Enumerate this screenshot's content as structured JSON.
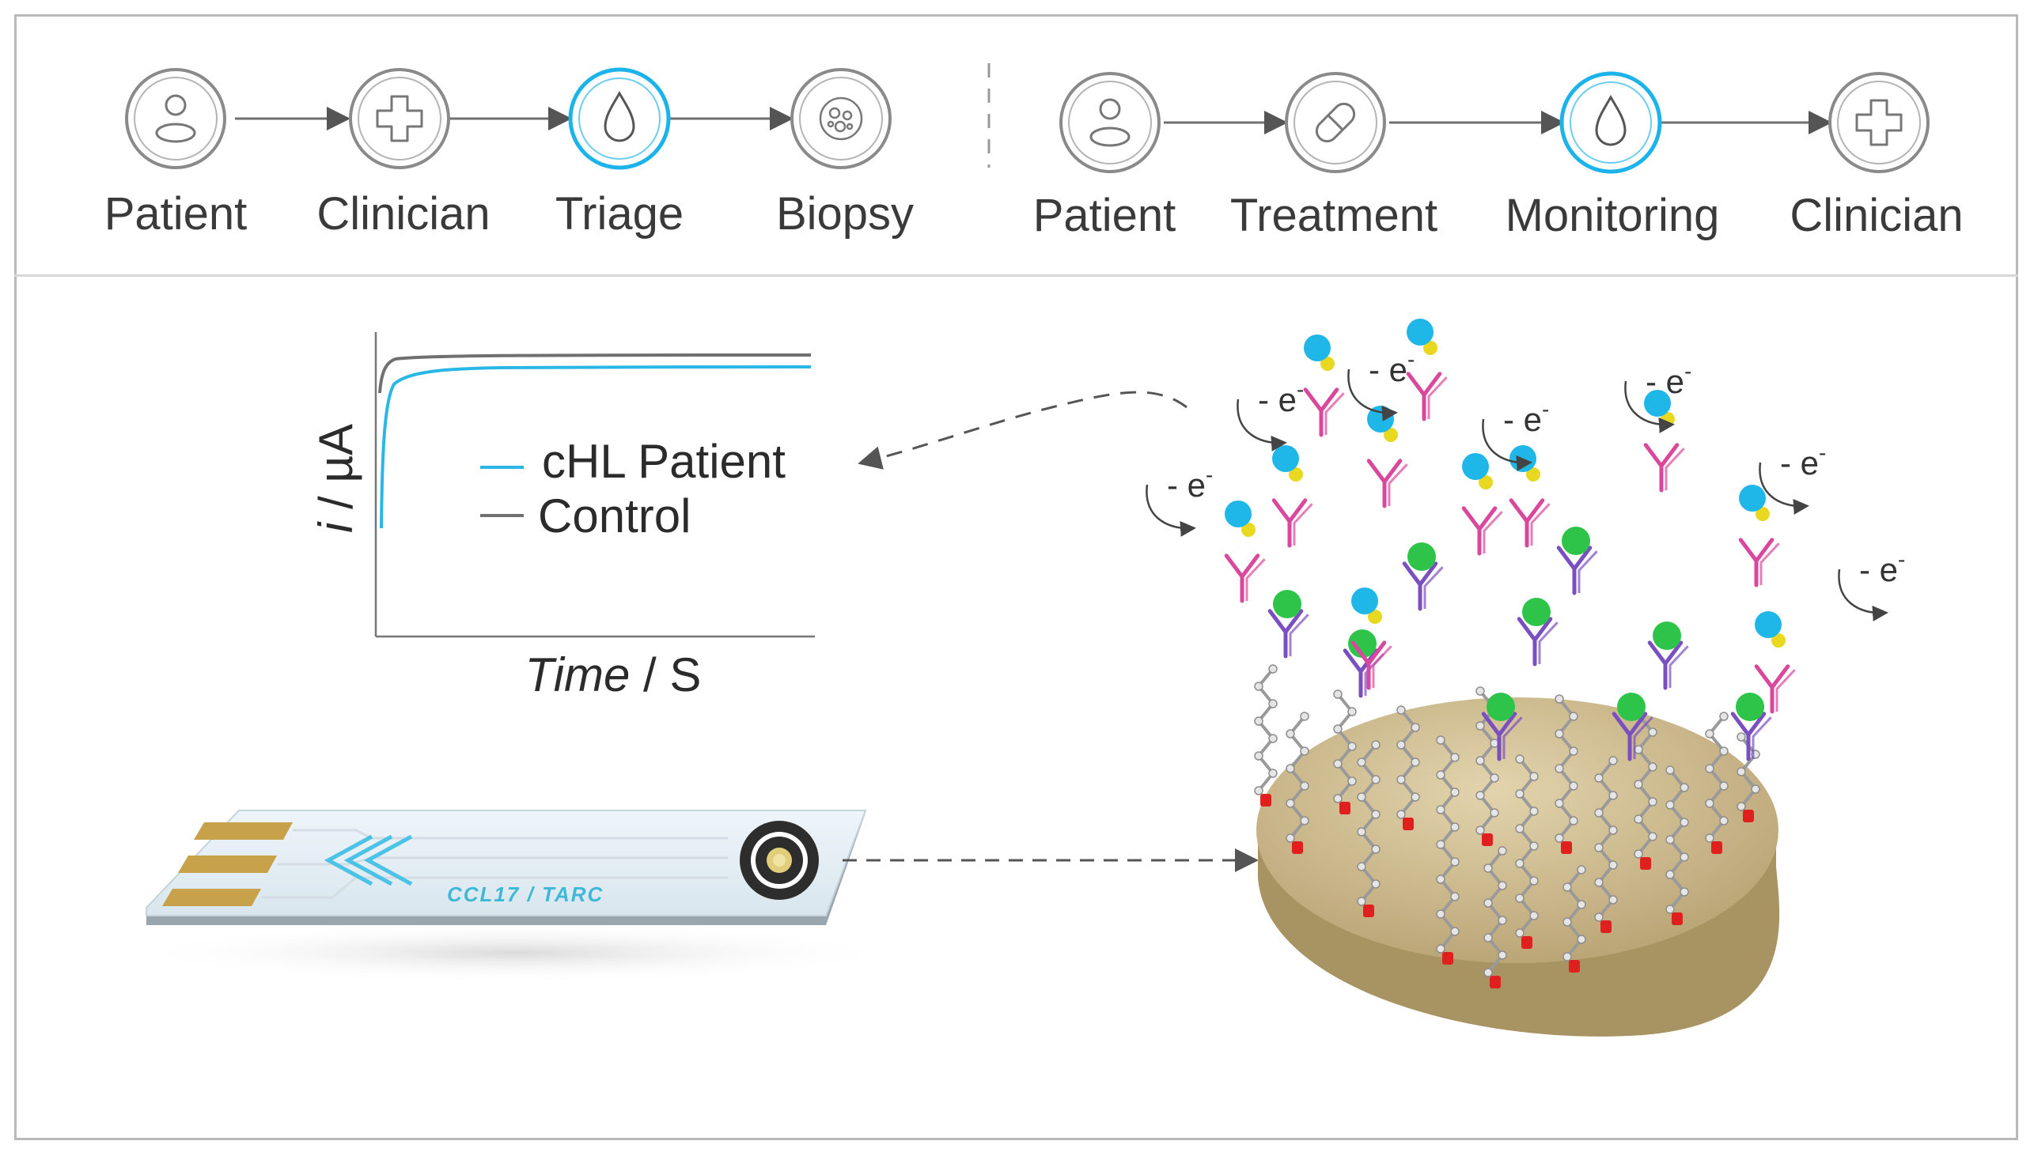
{
  "workflow_left": {
    "steps": [
      {
        "label": "Patient",
        "icon": "person-icon",
        "highlight": false
      },
      {
        "label": "Clinician",
        "icon": "medical-cross-icon",
        "highlight": false
      },
      {
        "label": "Triage",
        "icon": "blood-drop-icon",
        "highlight": true
      },
      {
        "label": "Biopsy",
        "icon": "cell-biopsy-icon",
        "highlight": false
      }
    ]
  },
  "workflow_right": {
    "steps": [
      {
        "label": "Patient",
        "icon": "person-icon",
        "highlight": false
      },
      {
        "label": "Treatment",
        "icon": "pill-icon",
        "highlight": false
      },
      {
        "label": "Monitoring",
        "icon": "blood-drop-icon",
        "highlight": true
      },
      {
        "label": "Clinician",
        "icon": "medical-cross-icon",
        "highlight": false
      }
    ]
  },
  "plot": {
    "ylabel_italic": "i",
    "ylabel_unit": " / µA",
    "xlabel_italic": "Time",
    "xlabel_unit": " / S",
    "legend": [
      {
        "label": "cHL Patient",
        "color": "#2bb7e6"
      },
      {
        "label": "Control",
        "color": "#707070"
      }
    ]
  },
  "sensor_strip": {
    "label": "CCL17 / TARC"
  },
  "electron_label": {
    "text": "- e",
    "superscript": "-"
  },
  "colors": {
    "accent_blue": "#1cb3ea",
    "icon_gray": "#8a8a8a",
    "antibody_purple": "#7a4fbf",
    "antibody_pink": "#d9489d",
    "antigen_green": "#2ec44a",
    "label_cyan": "#1fb6e8",
    "label_yellow": "#e8d820",
    "electrode_gold": "#c9b68a",
    "linker_red": "#e0201e"
  }
}
